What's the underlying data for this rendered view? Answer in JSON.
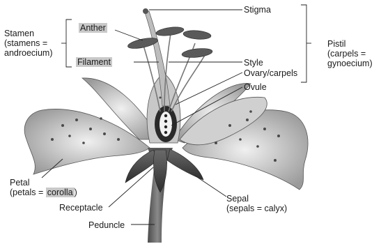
{
  "labels": {
    "stigma": "Stigma",
    "anther": "Anther",
    "filament": "Filament",
    "stamen": [
      "Stamen",
      "(stamens =",
      "androecium)"
    ],
    "pistil": [
      "Pistil",
      "(carpels =",
      "gynoecium)"
    ],
    "style": "Style",
    "ovary": "Ovary/carpels",
    "ovule": "Ovule",
    "petal_line1": "Petal",
    "petal_prefix": "(petals = ",
    "petal_highlight": "corolla",
    "petal_suffix": ")",
    "receptacle": "Receptacle",
    "sepal": [
      "Sepal",
      "(sepals = calyx)"
    ],
    "peduncle": "Peduncle"
  },
  "colors": {
    "highlight": "#c9c9c9",
    "ink": "#1a1a1a",
    "petal": "#d9d9d9",
    "dark": "#3a3a3a"
  }
}
